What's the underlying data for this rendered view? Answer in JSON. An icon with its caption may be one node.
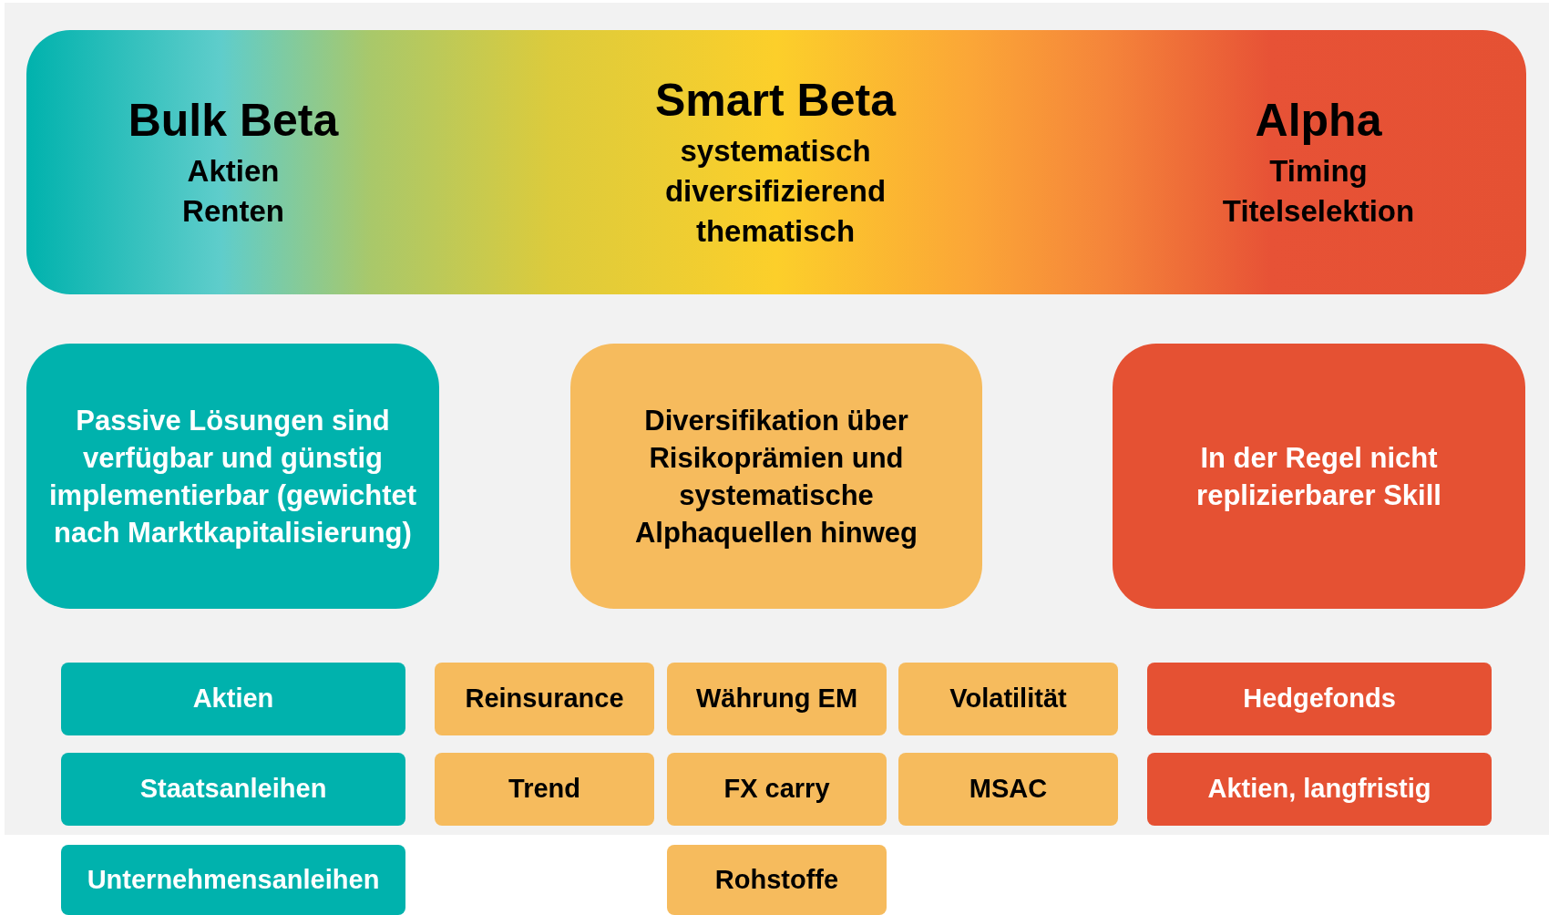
{
  "diagram": {
    "nodes": [
      {
        "text": [],
        "shape": "bar"
      },
      {
        "text": [
          "Bulk Beta",
          "Aktien",
          "Renten"
        ],
        "in": 0
      },
      {
        "text": [
          "Smart Beta",
          "systematisch",
          "diversifizierend",
          "thematisch"
        ],
        "in": 0
      },
      {
        "text": [
          "Alpha",
          "Timing",
          "Titelselektion"
        ],
        "in": 0
      },
      {
        "text": [
          "Passive Lösungen sind verfügbar und günstig implementierbar (gewichtet nach Marktkapitalisierung)"
        ]
      },
      {
        "text": [
          "Diversifikation über Risikoprämien und systematische Alphaquellen hinweg"
        ]
      },
      {
        "text": [
          "In der Regel nicht replizierbarer Skill"
        ]
      },
      {
        "text": [
          "Aktien"
        ]
      },
      {
        "text": [
          "Reinsurance"
        ]
      },
      {
        "text": [
          "Währung EM"
        ]
      },
      {
        "text": [
          "Volatilität"
        ]
      },
      {
        "text": [
          "Hedgefonds"
        ]
      },
      {
        "text": [
          "Staatsanleihen"
        ]
      },
      {
        "text": [
          "Trend"
        ]
      },
      {
        "text": [
          "FX carry"
        ]
      },
      {
        "text": [
          "MSAC"
        ]
      },
      {
        "text": [
          "Aktien, langfristig"
        ]
      },
      {
        "text": [
          "Unternehmensanleihen"
        ]
      },
      {
        "text": [
          "Rohstoffe"
        ]
      }
    ]
  }
}
